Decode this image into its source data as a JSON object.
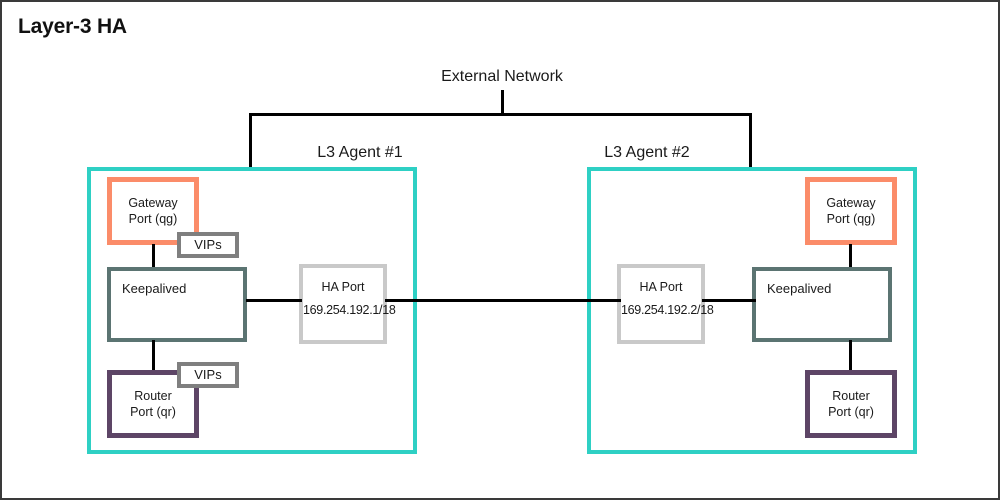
{
  "title": "Layer-3 HA",
  "external_network": {
    "label": "External Network"
  },
  "agents": [
    {
      "label": "L3 Agent #1",
      "gateway_port": {
        "line1": "Gateway",
        "line2": "Port (qg)"
      },
      "keepalived": {
        "label": "Keepalived"
      },
      "ha_port": {
        "label": "HA Port",
        "ip": "169.254.192.1/18"
      },
      "router_port": {
        "line1": "Router",
        "line2": "Port (qr)"
      },
      "gateway_vips": {
        "label": "VIPs"
      },
      "router_vips": {
        "label": "VIPs"
      }
    },
    {
      "label": "L3 Agent #2",
      "gateway_port": {
        "line1": "Gateway",
        "line2": "Port (qg)"
      },
      "keepalived": {
        "label": "Keepalived"
      },
      "ha_port": {
        "label": "HA Port",
        "ip": "169.254.192.2/18"
      },
      "router_port": {
        "line1": "Router",
        "line2": "Port (qr)"
      }
    }
  ],
  "colors": {
    "agent_border": "#2ed0c4",
    "gateway_border": "#fb8c69",
    "router_border": "#5d4566",
    "keepalived_border": "#5b7472",
    "haport_border": "#c9c9c9",
    "vips_border": "#7f7f7f",
    "connector": "#000000",
    "text": "#1a1a1a"
  }
}
